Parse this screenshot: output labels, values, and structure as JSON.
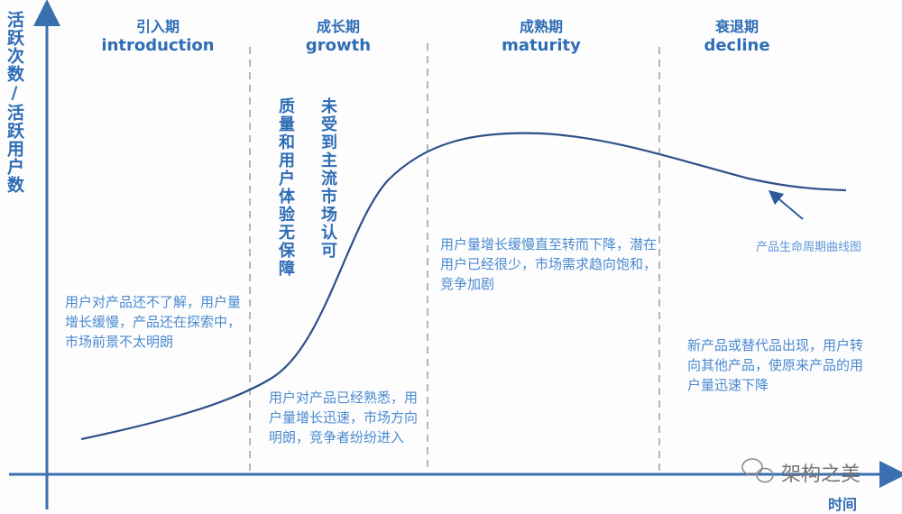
{
  "axes": {
    "y_label": "活跃次数/活跃用户数",
    "x_label": "时间"
  },
  "stages": [
    {
      "cn": "引入期",
      "en": "introduction",
      "desc": "用户对产品还不了解，用户量增长缓慢，产品还在探索中，市场前景不太明朗"
    },
    {
      "cn": "成长期",
      "en": "growth",
      "desc": "用户对产品已经熟悉，用户量增长迅速，市场方向明朗，竞争者纷纷进入"
    },
    {
      "cn": "成熟期",
      "en": "maturity",
      "desc": "用户量增长缓慢直至转而下降，潜在用户已经很少，市场需求趋向饱和，竞争加剧"
    },
    {
      "cn": "衰退期",
      "en": "decline",
      "desc": "新产品或替代品出现，用户转向其他产品，使原来产品的用户量迅速下降"
    }
  ],
  "growth_notes": {
    "col1": "质量和用户体验无保障",
    "col2": "未受到主流市场认可"
  },
  "curve_caption": "产品生命周期曲线图",
  "watermark": "架构之美",
  "colors": {
    "axis": "#3a6fb0",
    "curve": "#2f4f8a",
    "text": "#2f6db5",
    "divider": "#9aa0a8"
  }
}
